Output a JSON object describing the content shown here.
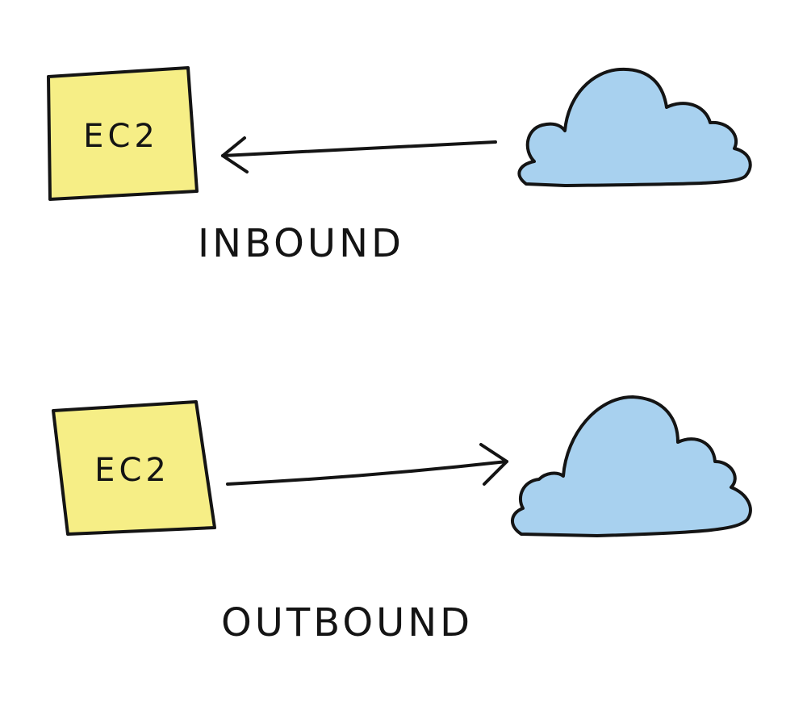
{
  "colors": {
    "box_fill": "#f6ee86",
    "cloud_fill": "#a8d1ef",
    "ink": "#141414"
  },
  "inbound": {
    "server_label": "EC2",
    "caption": "INBOUND",
    "server_icon": "ec2-server-box",
    "cloud_icon": "cloud-icon",
    "arrow_direction": "cloud-to-server"
  },
  "outbound": {
    "server_label": "EC2",
    "caption": "OUTBOUND",
    "server_icon": "ec2-server-box",
    "cloud_icon": "cloud-icon",
    "arrow_direction": "server-to-cloud"
  }
}
